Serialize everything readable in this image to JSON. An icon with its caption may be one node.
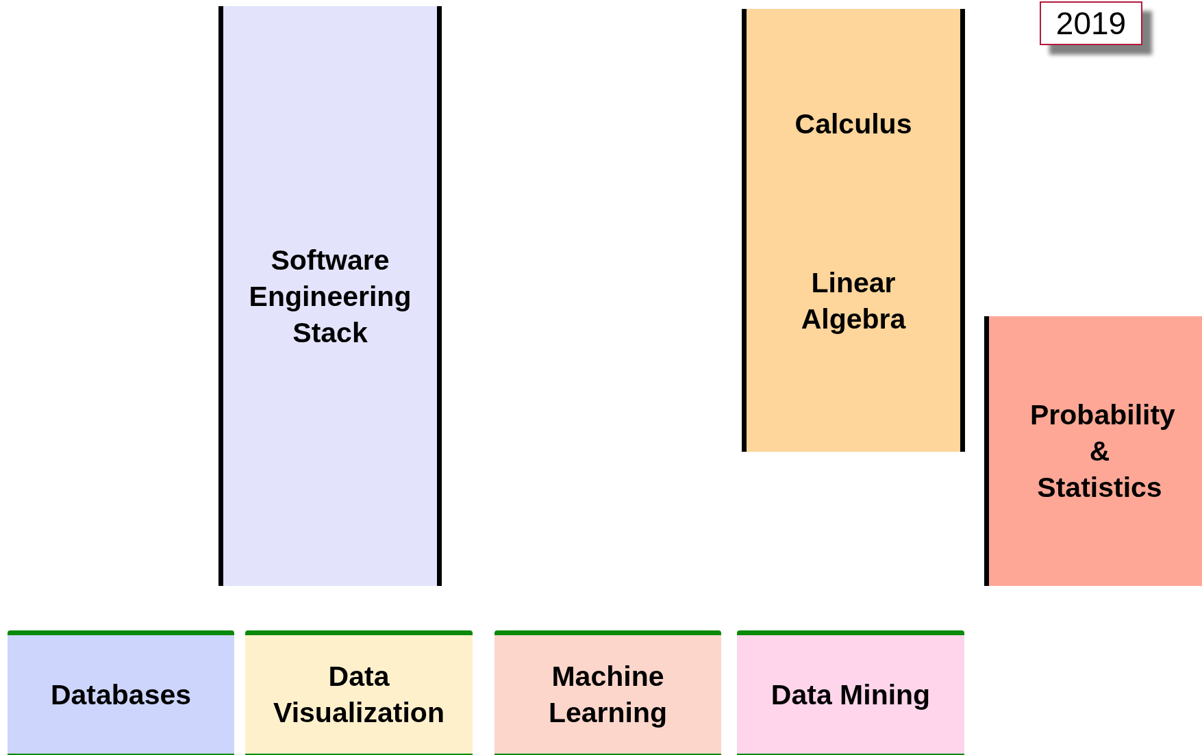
{
  "diagram": {
    "nodes": [
      {
        "text": [
          "Software Engineering Stack"
        ]
      },
      {
        "text": [
          "Calculus",
          "Linear Algebra"
        ]
      },
      {
        "text": [
          "Probability & Statistics"
        ]
      },
      {
        "text": [
          "Databases"
        ]
      },
      {
        "text": [
          "Data Visualization"
        ]
      },
      {
        "text": [
          "Machine Learning"
        ]
      },
      {
        "text": [
          "Data Mining"
        ]
      },
      {
        "text": [
          "2019"
        ]
      }
    ],
    "edges": []
  }
}
